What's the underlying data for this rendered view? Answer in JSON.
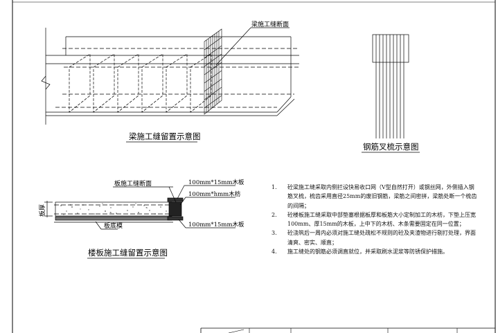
{
  "beam_diagram": {
    "title": "梁施工缝留置示意图",
    "callout_section": "梁施工缝断面"
  },
  "fork_diagram": {
    "title": "钢筋叉梳示意图"
  },
  "slab_diagram": {
    "title": "楼板施工缝留置示意图",
    "callout_section": "板施工缝断面",
    "callout_board_top": "100mm*15mm木板",
    "callout_batten": "100mm*hmm木枋",
    "callout_board_bottom": "100mm*15mm木板",
    "callout_formwork": "板底模",
    "thickness_label": "板厚"
  },
  "notes": [
    {
      "num": "1.",
      "text": "砼梁施工缝采取内侧拦设快易收口网（V型自然打开）或钢丝网，外侧插入钢筋叉梳，梳齿采用直径25mm的废旧钢筋，梁筋之间密拼，梁筋处断一个梳齿的间隔；"
    },
    {
      "num": "2.",
      "text": "砼楼板施工缝采取中部垫塞根据板厚和板筋大小定制加工的木枋，下垫上压宽100mm、厚15mm的木板，上中下的木枋、木条需要固定在同一位置；"
    },
    {
      "num": "3.",
      "text": "砼浇筑后一周内必须对施工缝处疏松不规则的砼及夹渣物进行剔打处理，界面清爽、密实、顺直；"
    },
    {
      "num": "4.",
      "text": "施工缝处的钢筋必须调直就位，并采取刷水泥浆等防锈保护措施。"
    }
  ]
}
